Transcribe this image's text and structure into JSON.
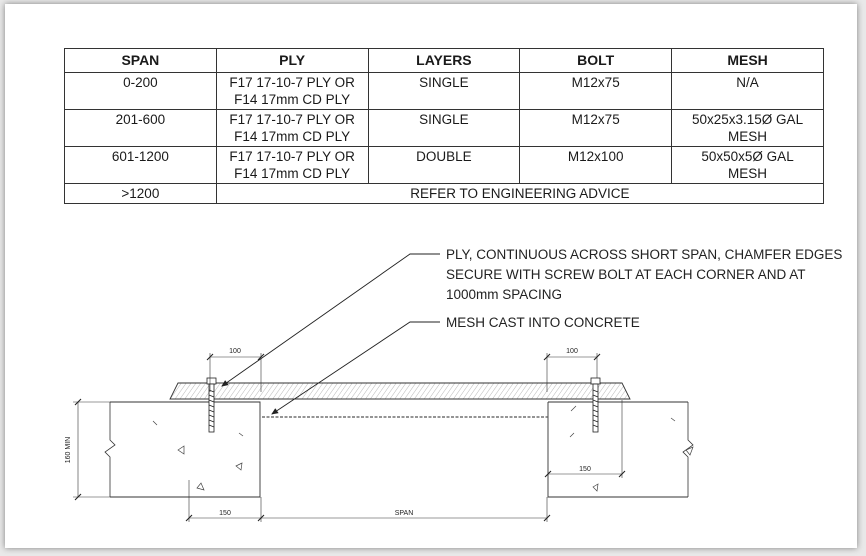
{
  "table": {
    "headers": [
      "SPAN",
      "PLY",
      "LAYERS",
      "BOLT",
      "MESH"
    ],
    "rows": [
      {
        "span": "0-200",
        "ply": "F17 17-10-7 PLY OR\nF14 17mm CD PLY",
        "layers": "SINGLE",
        "bolt": "M12x75",
        "mesh": "N/A"
      },
      {
        "span": "201-600",
        "ply": "F17 17-10-7 PLY OR\nF14 17mm CD PLY",
        "layers": "SINGLE",
        "bolt": "M12x75",
        "mesh": "50x25x3.15Ø GAL\nMESH"
      },
      {
        "span": "601-1200",
        "ply": "F17 17-10-7 PLY OR\nF14 17mm CD PLY",
        "layers": "DOUBLE",
        "bolt": "M12x100",
        "mesh": "50x50x5Ø GAL\nMESH"
      }
    ],
    "last_row": {
      "span": ">1200",
      "note": "REFER TO ENGINEERING ADVICE"
    }
  },
  "notes": {
    "ply_line1": "PLY, CONTINUOUS ACROSS SHORT SPAN, CHAMFER EDGES",
    "ply_line2": "SECURE WITH SCREW BOLT AT EACH CORNER AND AT",
    "ply_line3": "1000mm SPACING",
    "mesh": "MESH CAST INTO CONCRETE"
  },
  "dimensions": {
    "left_top": "100",
    "right_top": "100",
    "right_inner": "150",
    "left_bottom": "150",
    "span": "SPAN",
    "height": "160 MIN"
  }
}
